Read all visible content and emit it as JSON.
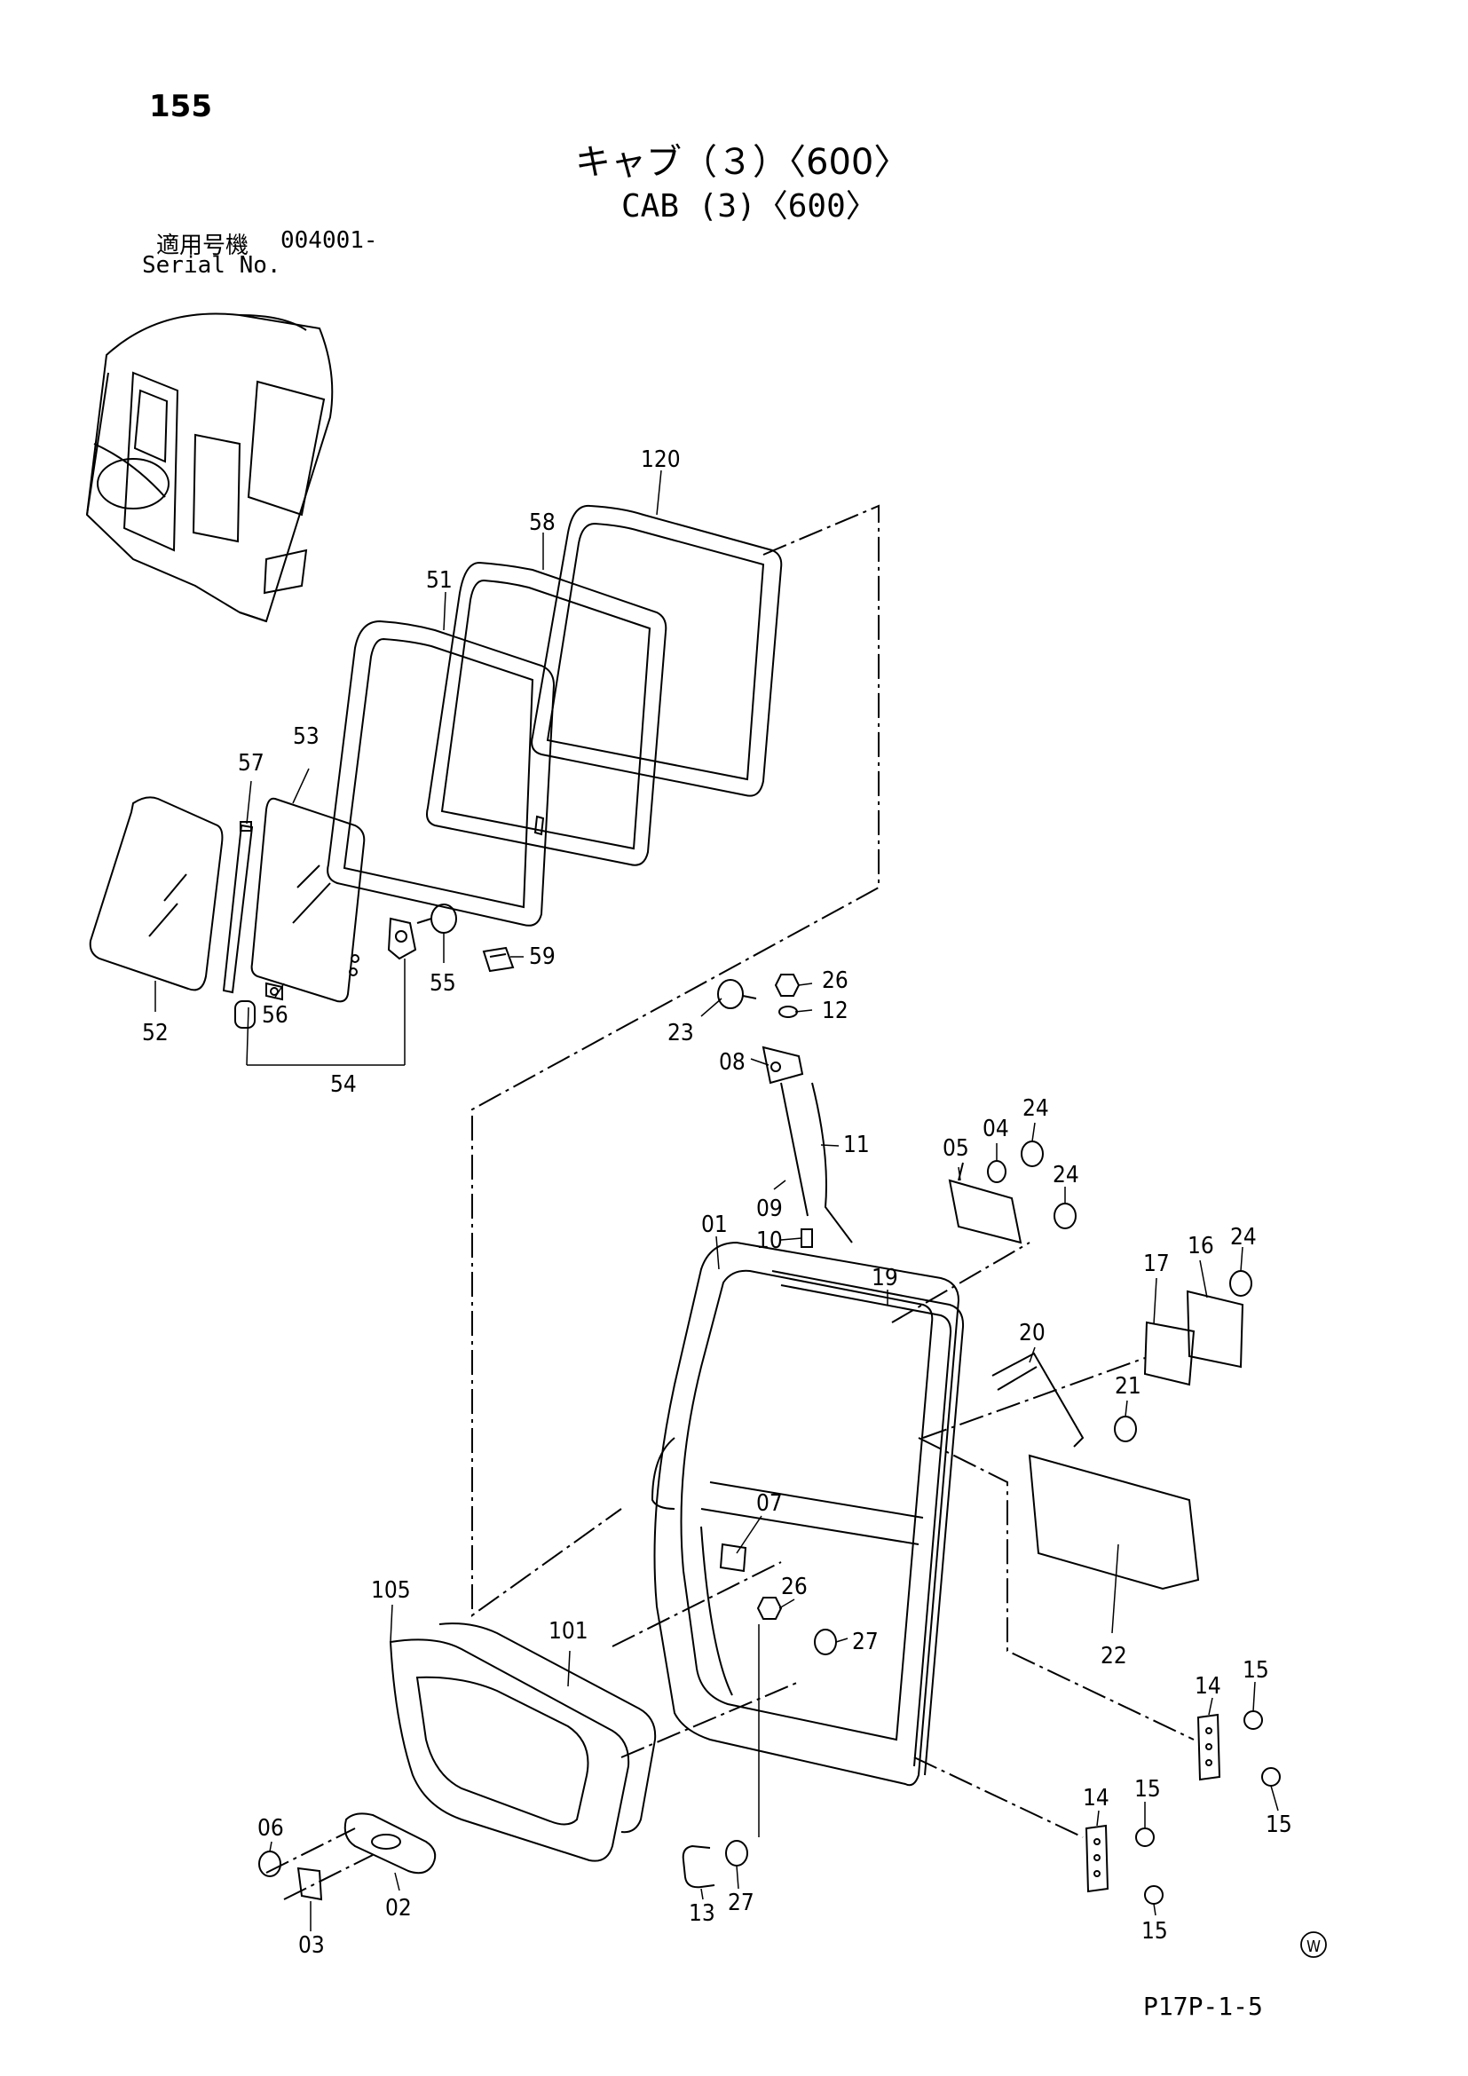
{
  "page_number": "155",
  "title_ja": "キャブ（３）〈600〉",
  "title_en": "CAB (3)〈600〉",
  "serial": {
    "label_ja": "適用号機",
    "label_en": "Serial No.",
    "value": "004001-"
  },
  "footer_code": "P17P-1-5",
  "watermark_symbol": "W",
  "part_labels": {
    "p120": "120",
    "p58": "58",
    "p51": "51",
    "p53": "53",
    "p57": "57",
    "p52": "52",
    "p56": "56",
    "p54": "54",
    "p55": "55",
    "p59": "59",
    "p26a": "26",
    "p12": "12",
    "p23": "23",
    "p08": "08",
    "p11": "11",
    "p09": "09",
    "p10": "10",
    "p05": "05",
    "p04": "04",
    "p24a": "24",
    "p24b": "24",
    "p24c": "24",
    "p01": "01",
    "p19": "19",
    "p17": "17",
    "p16": "16",
    "p20": "20",
    "p21": "21",
    "p07": "07",
    "p26b": "26",
    "p27a": "27",
    "p22": "22",
    "p105": "105",
    "p101": "101",
    "p06": "06",
    "p03": "03",
    "p02": "02",
    "p13": "13",
    "p27b": "27",
    "p14a": "14",
    "p15a": "15",
    "p15b": "15",
    "p14b": "14",
    "p15c": "15",
    "p15d": "15"
  }
}
